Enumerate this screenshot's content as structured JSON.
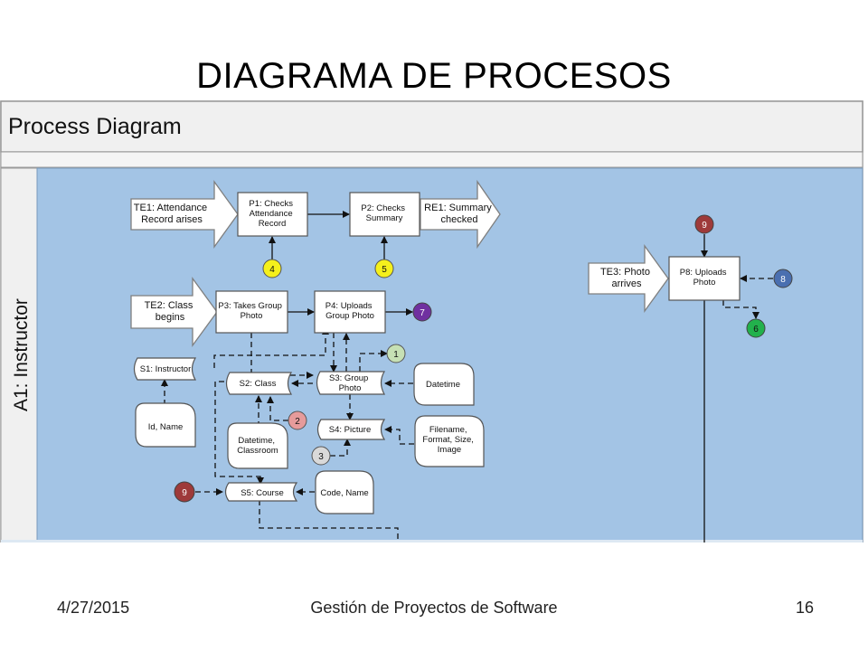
{
  "slide": {
    "title": "DIAGRAMA DE PROCESOS",
    "footer_date": "4/27/2015",
    "footer_center": "Gestión de Proyectos de Software",
    "footer_page": "16"
  },
  "diagram": {
    "header": "Process Diagram",
    "lane_label": "A1: Instructor",
    "colors": {
      "lane": "#a3c4e5",
      "header": "#f0f0f0",
      "yellow": "#f5f01c",
      "purple": "#7030a0",
      "green_light": "#c6e0b4",
      "red_light": "#e69b9b",
      "gray": "#d9d9d9",
      "dark_red": "#9e3a3a",
      "blue": "#4a6fb0",
      "green": "#22b14c"
    },
    "arrows": [
      {
        "id": "TE1",
        "lines": [
          "TE1: Attendance",
          "Record arises"
        ]
      },
      {
        "id": "RE1",
        "lines": [
          "RE1: Summary",
          "checked"
        ]
      },
      {
        "id": "TE2",
        "lines": [
          "TE2: Class",
          "begins"
        ]
      },
      {
        "id": "TE3",
        "lines": [
          "TE3: Photo",
          "arrives"
        ]
      }
    ],
    "processes": [
      {
        "id": "P1",
        "lines": [
          "P1: Checks",
          "Attendance",
          "Record"
        ]
      },
      {
        "id": "P2",
        "lines": [
          "P2: Checks",
          "Summary"
        ]
      },
      {
        "id": "P3",
        "lines": [
          "P3: Takes Group",
          "Photo"
        ]
      },
      {
        "id": "P4",
        "lines": [
          "P4: Uploads",
          "Group Photo"
        ]
      },
      {
        "id": "P8",
        "lines": [
          "P8: Uploads",
          "Photo"
        ]
      }
    ],
    "stores": [
      {
        "id": "S1",
        "lines": [
          "S1: Instructor"
        ]
      },
      {
        "id": "S2",
        "lines": [
          "S2: Class"
        ]
      },
      {
        "id": "S3",
        "lines": [
          "S3: Group",
          "Photo"
        ]
      },
      {
        "id": "S4",
        "lines": [
          "S4: Picture"
        ]
      },
      {
        "id": "S5",
        "lines": [
          "S5: Course"
        ]
      }
    ],
    "attributes": [
      {
        "id": "A1",
        "lines": [
          "Id, Name"
        ]
      },
      {
        "id": "A2",
        "lines": [
          "Datetime,",
          "Classroom"
        ]
      },
      {
        "id": "A3",
        "lines": [
          "Datetime"
        ]
      },
      {
        "id": "A4",
        "lines": [
          "Filename,",
          "Format, Size,",
          "Image"
        ]
      },
      {
        "id": "A5",
        "lines": [
          "Code, Name"
        ]
      }
    ],
    "markers": [
      {
        "id": "M4",
        "label": "4",
        "color": "yellow"
      },
      {
        "id": "M5",
        "label": "5",
        "color": "yellow"
      },
      {
        "id": "M7",
        "label": "7",
        "color": "purple"
      },
      {
        "id": "M1",
        "label": "1",
        "color": "green_light"
      },
      {
        "id": "M2",
        "label": "2",
        "color": "red_light"
      },
      {
        "id": "M3",
        "label": "3",
        "color": "gray"
      },
      {
        "id": "M9a",
        "label": "9",
        "color": "dark_red"
      },
      {
        "id": "M9b",
        "label": "9",
        "color": "dark_red"
      },
      {
        "id": "M8",
        "label": "8",
        "color": "blue"
      },
      {
        "id": "M6",
        "label": "6",
        "color": "green"
      }
    ]
  }
}
